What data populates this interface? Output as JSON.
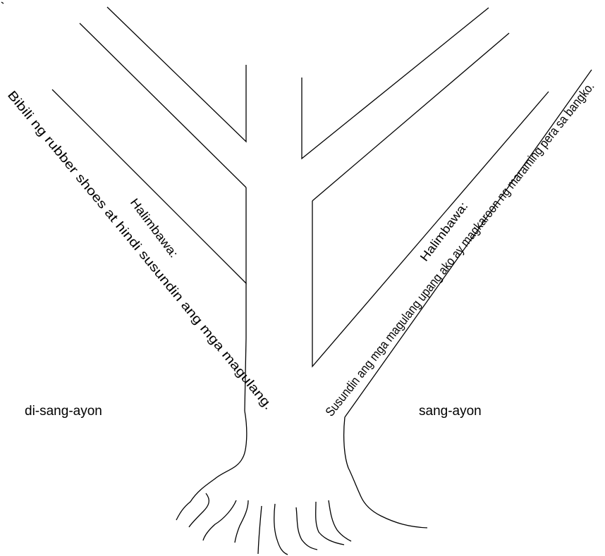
{
  "labels": {
    "left_side": "di-sang-ayon",
    "right_side": "sang-ayon"
  },
  "left_branch": {
    "heading": "Halimbawa:",
    "example": "Bibili ng rubber shoes at hindi susundin ang mga magulang."
  },
  "right_branch": {
    "heading": "Halimbawa:",
    "example": "Susundin ang mga magulang upang ako ay magkaroon ng maraming pera sa bangko."
  },
  "colors": {
    "stroke": "#000000",
    "background": "#ffffff"
  }
}
